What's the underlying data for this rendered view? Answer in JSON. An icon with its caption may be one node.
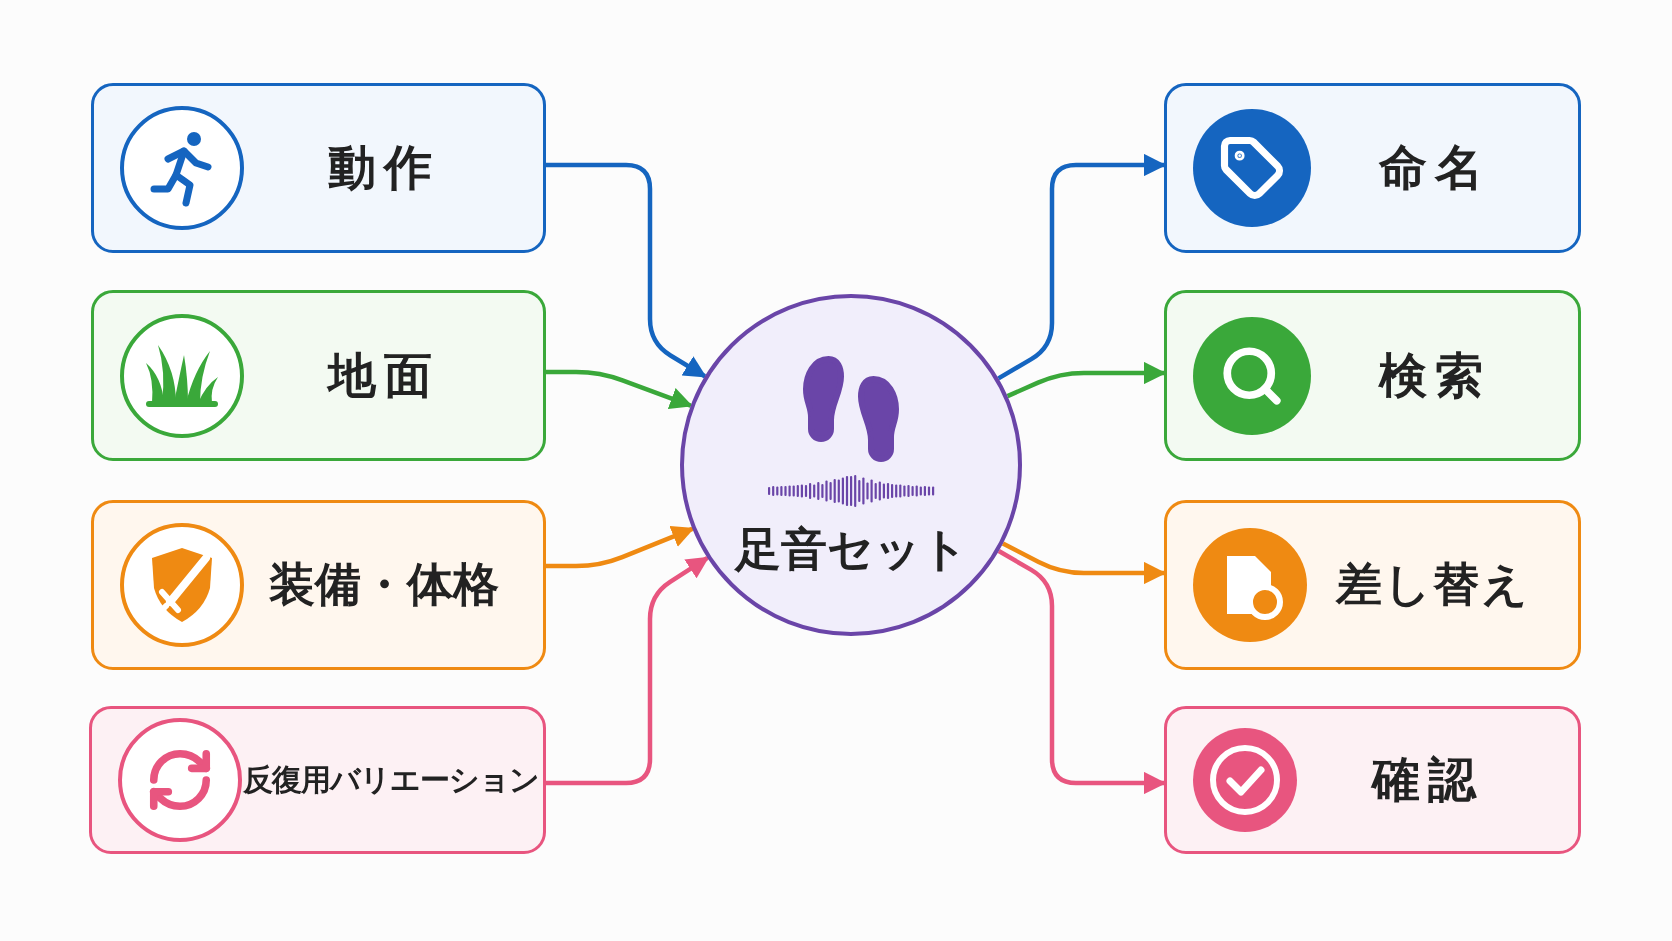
{
  "diagram": {
    "nodes": [
      {
        "text": [
          "動作"
        ]
      },
      {
        "text": [
          "地面"
        ]
      },
      {
        "text": [
          "装備・体格"
        ]
      },
      {
        "text": [
          "反復用バリエーション"
        ]
      },
      {
        "text": [
          "足音セット"
        ]
      },
      {
        "text": [
          "命名"
        ]
      },
      {
        "text": [
          "検索"
        ]
      },
      {
        "text": [
          "差し替え"
        ]
      },
      {
        "text": [
          "確認"
        ]
      }
    ],
    "edges": [
      {
        "from": 0,
        "to": 4,
        "arrow": "to",
        "color": "#1565c0"
      },
      {
        "from": 1,
        "to": 4,
        "arrow": "to",
        "color": "#3aa83a"
      },
      {
        "from": 2,
        "to": 4,
        "arrow": "to",
        "color": "#ef8a12"
      },
      {
        "from": 3,
        "to": 4,
        "arrow": "to",
        "color": "#e8557f"
      },
      {
        "from": 4,
        "to": 5,
        "arrow": "to",
        "color": "#1565c0"
      },
      {
        "from": 4,
        "to": 6,
        "arrow": "to",
        "color": "#3aa83a"
      },
      {
        "from": 4,
        "to": 7,
        "arrow": "to",
        "color": "#ef8a12"
      },
      {
        "from": 4,
        "to": 8,
        "arrow": "to",
        "color": "#e8557f"
      }
    ]
  }
}
